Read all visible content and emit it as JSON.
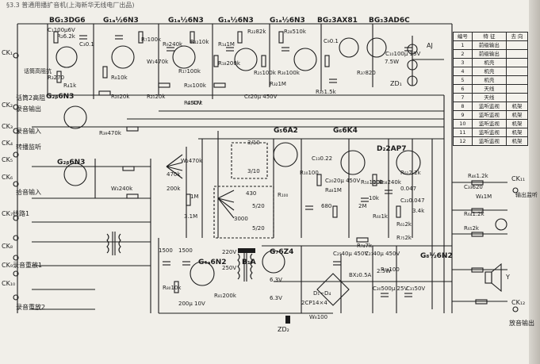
{
  "title": "§3.3 普通用播扩音机(上海新华无线电厂出品)",
  "tubes": {
    "v1": "BG₁3DG6",
    "v2": "G₁ₐ½6N3",
    "v3": "G₁ₐ½6N3",
    "v4": "G₁ₐ½6N3",
    "v5": "G₁ₐ½6N3",
    "v6": "BG₂3AX81",
    "v7": "BG₃3AD6C",
    "v8": "G₂ᵦ6N3",
    "v9": "G₂ᵦ6N3",
    "v10": "G₅6A2",
    "v11": "G₆6K4",
    "v12": "D₂2AP7",
    "v13": "G₄ₐ6N2",
    "v14": "B₁A",
    "v15": "G₇6Z4",
    "v16": "G₈½6N2"
  },
  "inputs": [
    "CK₁",
    "话筒高阻抗",
    "话筒2高阻",
    "CK₂",
    "录音输出",
    "CK₃",
    "录音输入",
    "CK₄",
    "转播监听",
    "CK₅",
    "拾音输入",
    "CK₆",
    "CK₇线路1",
    "CK₈",
    "CK₉录音重放1",
    "CK₁₀",
    "录音重放2"
  ],
  "outputs": [
    "AJ",
    "输出监听",
    "CK₁₁",
    "CK₁₂",
    "放音输出",
    "ZD₁",
    "ZD₂",
    "Y"
  ],
  "components": [
    "C₁100μ6V",
    "R₂6.2k",
    "R₃270",
    "R₄1k",
    "C₃0.1",
    "R₇100k",
    "R₈10k",
    "W₁470k",
    "R₉240k",
    "R₁₂10k",
    "R₁₄1M",
    "R₁₇100k",
    "R₁₈200k",
    "R₂₀20k",
    "R₂₁20k",
    "R₂₂82k",
    "R₂₅100k",
    "C₆20μ 450V",
    "R₂₆100k",
    "R₂₇47k",
    "R₂₈510k",
    "R₃₀100k",
    "C₉0.1",
    "R₃₂1M",
    "R₃₅1.5k",
    "R₃₇820",
    "C₁₀100μ 15V",
    "R₃₉470k",
    "W₂470k",
    "W₃240k",
    "R₄₆1.2k",
    "R₄₈1M",
    "C₁₃0.22",
    "R₅₀100k",
    "R₅₁2.2k",
    "C₂₀20μ 450V",
    "R₅₈240k",
    "C₂₂0.047",
    "R₆₀1k",
    "R₆₁2k",
    "C₃₃620",
    "R₆₄1.2k",
    "R₆₅2k",
    "W₄1M",
    "R₇₄7k",
    "R₇₅2k",
    "C₂₅40μ 450V",
    "C₂₇40μ 450V",
    "R₇₆100",
    "BX₂0.5A",
    "C₃₀500μ 25V",
    "C₃₁50V",
    "2CP14×4",
    "D₁~D₄",
    "R₈₀10k",
    "R₈₁200k",
    "W₈100",
    "3.1M",
    "1500",
    "1500",
    "3/10",
    "3/10",
    "5/20",
    "5/20",
    "430",
    "3000",
    "R₁₀₀",
    "R₁₀100",
    "6.3V",
    "6.3V",
    "220V",
    "250V",
    "200μ 10V",
    "450V",
    "2.5W",
    "7.5W",
    "2M",
    "680",
    "100",
    "0.047",
    "3.4k",
    "10k",
    "470k",
    "200k",
    "1M"
  ],
  "terminal_table": {
    "headers": [
      "编号",
      "特 征",
      "去 向"
    ],
    "rows": [
      [
        "1",
        "前级输出",
        ""
      ],
      [
        "2",
        "前级输出",
        ""
      ],
      [
        "3",
        "机壳",
        ""
      ],
      [
        "4",
        "机壳",
        ""
      ],
      [
        "5",
        "机壳",
        ""
      ],
      [
        "6",
        "天线",
        ""
      ],
      [
        "7",
        "天线",
        ""
      ],
      [
        "8",
        "监听监视",
        "机架"
      ],
      [
        "9",
        "监听监视",
        "机架"
      ],
      [
        "10",
        "监听监视",
        "机架"
      ],
      [
        "11",
        "监听监视",
        "机架"
      ],
      [
        "12",
        "监听监视",
        "机架"
      ]
    ]
  }
}
